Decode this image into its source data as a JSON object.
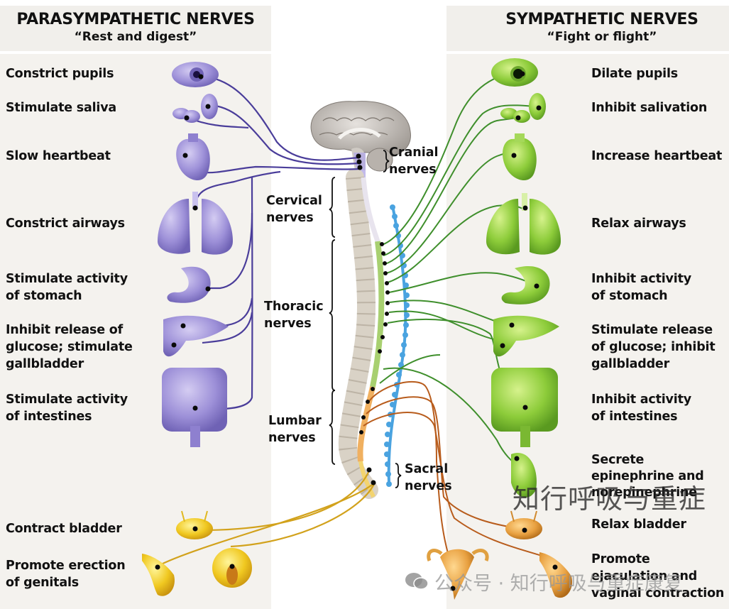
{
  "left_panel": {
    "title": "PARASYMPATHETIC NERVES",
    "subtitle": "“Rest and digest”",
    "nerve_color": "#4a3d9a",
    "organ_color": "#9b8fd6",
    "labels": [
      {
        "id": "pupils",
        "text": "Constrict pupils"
      },
      {
        "id": "saliva",
        "text": "Stimulate saliva"
      },
      {
        "id": "heart",
        "text": "Slow heartbeat"
      },
      {
        "id": "airways",
        "text": "Constrict airways"
      },
      {
        "id": "stomach",
        "text": "Stimulate activity\nof stomach"
      },
      {
        "id": "liver",
        "text": "Inhibit release of\nglucose; stimulate\ngallbladder"
      },
      {
        "id": "intestines",
        "text": "Stimulate activity\nof intestines"
      },
      {
        "id": "bladder",
        "text": "Contract bladder"
      },
      {
        "id": "genitals",
        "text": "Promote erection\nof genitals"
      }
    ]
  },
  "right_panel": {
    "title": "SYMPATHETIC NERVES",
    "subtitle": "“Fight or flight”",
    "nerve_color": "#3f8f2c",
    "organ_color": "#8ccf3a",
    "lumbar_nerve_color": "#b85c1c",
    "labels": [
      {
        "id": "pupils",
        "text": "Dilate pupils"
      },
      {
        "id": "saliva",
        "text": "Inhibit salivation"
      },
      {
        "id": "heart",
        "text": "Increase heartbeat"
      },
      {
        "id": "airways",
        "text": "Relax airways"
      },
      {
        "id": "stomach",
        "text": "Inhibit activity\nof stomach"
      },
      {
        "id": "liver",
        "text": "Stimulate release\nof glucose; inhibit\ngallbladder"
      },
      {
        "id": "intestines",
        "text": "Inhibit activity\nof intestines"
      },
      {
        "id": "adrenal",
        "text": "Secrete\nepinephrine and\nnorepinephrine"
      },
      {
        "id": "bladder",
        "text": "Relax bladder"
      },
      {
        "id": "genitals",
        "text": "Promote\nejaculation and\nvaginal contraction"
      }
    ]
  },
  "spine_labels": {
    "cranial": "Cranial\nnerves",
    "cervical": "Cervical\nnerves",
    "thoracic": "Thoracic\nnerves",
    "lumbar": "Lumbar\nnerves",
    "sacral": "Sacral\nnerves"
  },
  "watermark": {
    "overlay_text": "知行呼吸与重症",
    "footer_text": "公众号 · 知行呼吸与重症康复",
    "icon": "wechat-icon"
  }
}
